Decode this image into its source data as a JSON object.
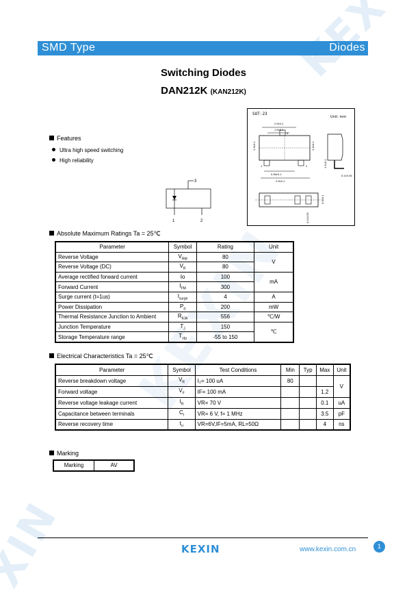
{
  "header": {
    "left": "SMD Type",
    "right": "Diodes"
  },
  "title": "Switching Diodes",
  "part": {
    "main": "DAN212K",
    "alt": "(KAN212K)"
  },
  "features": {
    "heading": "Features",
    "items": [
      "Ultra high speed switching",
      "High reliability"
    ]
  },
  "package": {
    "name": "SOT-23",
    "unit": "Unit: mm",
    "dims": [
      "2.9±0.1",
      "1.9±0.1",
      "0.95±0.1",
      "0.4±0.1",
      "1.3±0.1",
      "2.4±0.1",
      "0.1±0.05",
      "1.1±0.1"
    ],
    "pins": [
      "1",
      "2",
      "3"
    ]
  },
  "circuit": {
    "pins": [
      "3",
      "1",
      "2"
    ]
  },
  "abs_max": {
    "heading": "Absolute Maximum Ratings Ta = 25℃",
    "headers": [
      "Parameter",
      "Symbol",
      "Rating",
      "Unit"
    ],
    "rows": [
      {
        "param": "Reverse  Voltage",
        "sym": "V",
        "sub": "RM",
        "val": "80"
      },
      {
        "param": "Reverse  Voltage (DC)",
        "sym": "V",
        "sub": "R",
        "val": "80"
      },
      {
        "param": "Average rectified forward current",
        "sym": "Io",
        "sub": "",
        "val": "100"
      },
      {
        "param": "Forward  Current",
        "sym": "I",
        "sub": "FM",
        "val": "300"
      },
      {
        "param": "Surge current (t=1us)",
        "sym": "I",
        "sub": "surge",
        "val": "4"
      },
      {
        "param": "Power Dissipation",
        "sym": "P",
        "sub": "d",
        "val": "200"
      },
      {
        "param": "Thermal Resistance Junction to Ambient",
        "sym": "R",
        "sub": "θJA",
        "val": "556"
      },
      {
        "param": "Junction Temperature",
        "sym": "T",
        "sub": "J",
        "val": "150"
      },
      {
        "param": "Storage Temperature range",
        "sym": "T",
        "sub": "stg",
        "val": "-55 to 150"
      }
    ],
    "units": [
      "V",
      "mA",
      "A",
      "mW",
      "℃/W",
      "℃"
    ]
  },
  "elec": {
    "heading": "Electrical Characteristics Ta = 25℃",
    "headers": [
      "Parameter",
      "Symbol",
      "Test Conditions",
      "Min",
      "Typ",
      "Max",
      "Unit"
    ],
    "rows": [
      {
        "param": "Reverse breakdown voltage",
        "sym": "V",
        "sub": "R",
        "cond": "I₂= 100 uA",
        "min": "80",
        "typ": "",
        "max": ""
      },
      {
        "param": "Forward voltage",
        "sym": "V",
        "sub": "F",
        "cond": "IF= 100 mA",
        "min": "",
        "typ": "",
        "max": "1.2"
      },
      {
        "param": "Reverse voltage leakage current",
        "sym": "I",
        "sub": "R",
        "cond": "VR= 70 V",
        "min": "",
        "typ": "",
        "max": "0.1"
      },
      {
        "param": "Capacitance between terminals",
        "sym": "C",
        "sub": "t",
        "cond": "VR= 6 V, f= 1 MHz",
        "min": "",
        "typ": "",
        "max": "3.5"
      },
      {
        "param": "Reverse recovery time",
        "sym": "t",
        "sub": "rr",
        "cond": "VR=6V,IF=5mA, RL=50Ω",
        "min": "",
        "typ": "",
        "max": "4"
      }
    ],
    "units": [
      "V",
      "uA",
      "pF",
      "ns"
    ]
  },
  "marking": {
    "heading": "Marking",
    "label": "Marking",
    "value": "AV"
  },
  "footer": {
    "brand": "KEXIN",
    "url": "www.kexin.com.cn",
    "page": "1"
  },
  "colors": {
    "accent": "#2f8fd6",
    "watermark": "#e3eef8"
  }
}
